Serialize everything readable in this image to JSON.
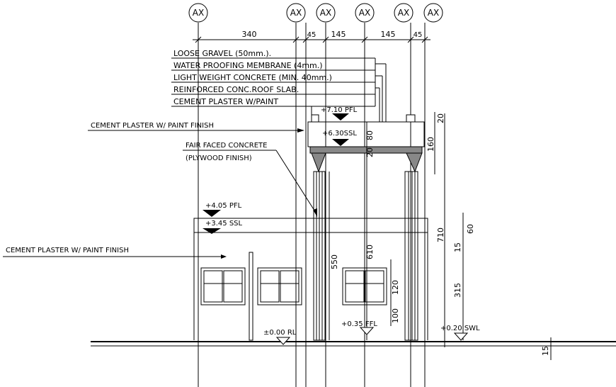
{
  "grid_labels": [
    "AX",
    "AX",
    "AX",
    "AX",
    "AX",
    "AX"
  ],
  "top_dims": [
    "340",
    "45",
    "145",
    "145",
    "45"
  ],
  "roof_layers": [
    "LOOSE GRAVEL (50mm.).",
    "WATER PROOFING MEMBRANE (4mm.)",
    "LIGHT WEIGHT CONCRETE (MIN. 40mm.)",
    "REINFORCED CONC.ROOF SLAB.",
    "CEMENT PLASTER W/PAINT"
  ],
  "notes": {
    "plaster_upper": "CEMENT PLASTER W/ PAINT FINISH",
    "fair_faced_1": "FAIR FACED CONCRETE",
    "fair_faced_2": "(PLYWOOD FINISH)",
    "plaster_lower": "CEMENT PLASTER W/ PAINT FINISH"
  },
  "levels": {
    "pfl_top": "+7.10 PFL",
    "ssl_top": "+6.30SSL",
    "pfl_low": "+4.05 PFL",
    "ssl_low": "+3.45 SSL",
    "rl": "±0.00 RL",
    "ffl": "+0.35 FFL",
    "swl": "+0.20 SWL"
  },
  "vdims": {
    "d20": "20",
    "d80": "80",
    "d160": "160",
    "d710": "710",
    "d60": "60",
    "d15a": "15",
    "d315": "315",
    "d550": "550",
    "d610": "610",
    "d120": "120",
    "d100": "100",
    "d15b": "15"
  }
}
